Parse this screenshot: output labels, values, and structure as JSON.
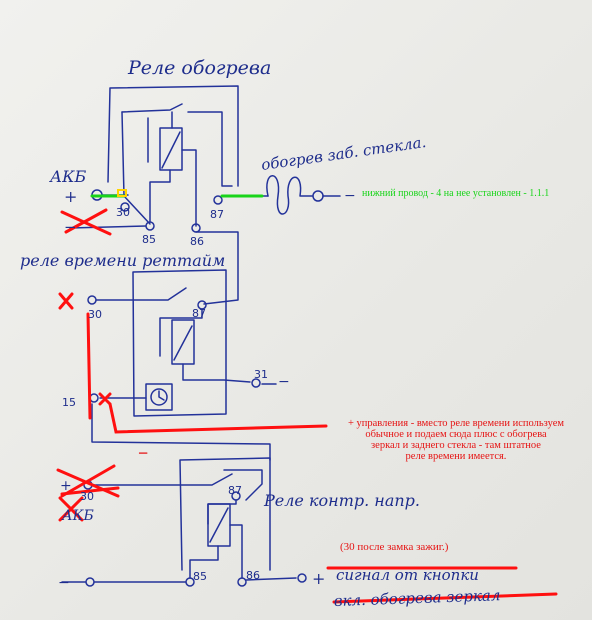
{
  "labels": {
    "relay_heating": "Реле обогрева",
    "rear_glass_heating": "обогрев заб. стекла.",
    "battery_top": "АКБ",
    "plus_sign": "+",
    "minus_sign": "−",
    "time_relay": "реле времени реттайм",
    "relay_control": "Реле контр. напр.",
    "battery_bottom": "АКБ",
    "signal_button_line1": "сигнал от кнопки",
    "signal_button_line2": "вкл. обогрева зеркал"
  },
  "pins": {
    "p30_top": "30",
    "p85_top": "85",
    "p86_top": "86",
    "p87_top": "87",
    "p30_mid": "30",
    "p87_mid": "87",
    "p15": "15",
    "p31": "31",
    "p30_bot": "30",
    "p87_bot": "87",
    "p85_bot": "85",
    "p86_bot": "86"
  },
  "notes": {
    "green_note": "нижний провод - 4 на нее установлен - 1.1.1",
    "red_note_line1": "+ управления - вместо реле времени используем",
    "red_note_line2": "обычное и подаем сюда плюс с обогрева",
    "red_note_line3": "зеркал и заднего стекла - там штатное",
    "red_note_line4": "реле времени имеется.",
    "red_note_ignition": "(30 после замка зажиг.)",
    "red_minus": "−"
  },
  "colors": {
    "ink": "#23329a",
    "green": "#19d419",
    "red": "#ff1010"
  }
}
